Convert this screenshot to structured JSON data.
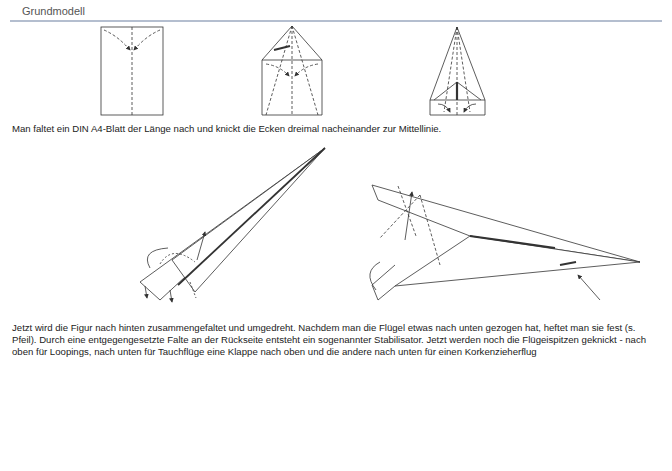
{
  "diagram": {
    "title": "Grundmodell",
    "labels": [
      "Man faltet ein DIN A4-Blatt der Länge nach und knickt die Ecken dreimal nacheinander zur Mittellinie.",
      "Jetzt wird die Figur nach hinten zusammengefaltet und umgedreht. Nachdem man die Flügel etwas nach unten gezogen hat, heftet man sie fest (s. Pfeil). Durch eine entgegengesetzte Falte an der Rückseite entsteht ein sogenannter Stabilisator. Jetzt werden noch die Flügeispitzen geknickt - nach oben für Loopings, nach unten für Tauchflüge eine Klappe nach oben und die andere nach unten für einen Korkenzieherflug"
    ]
  }
}
